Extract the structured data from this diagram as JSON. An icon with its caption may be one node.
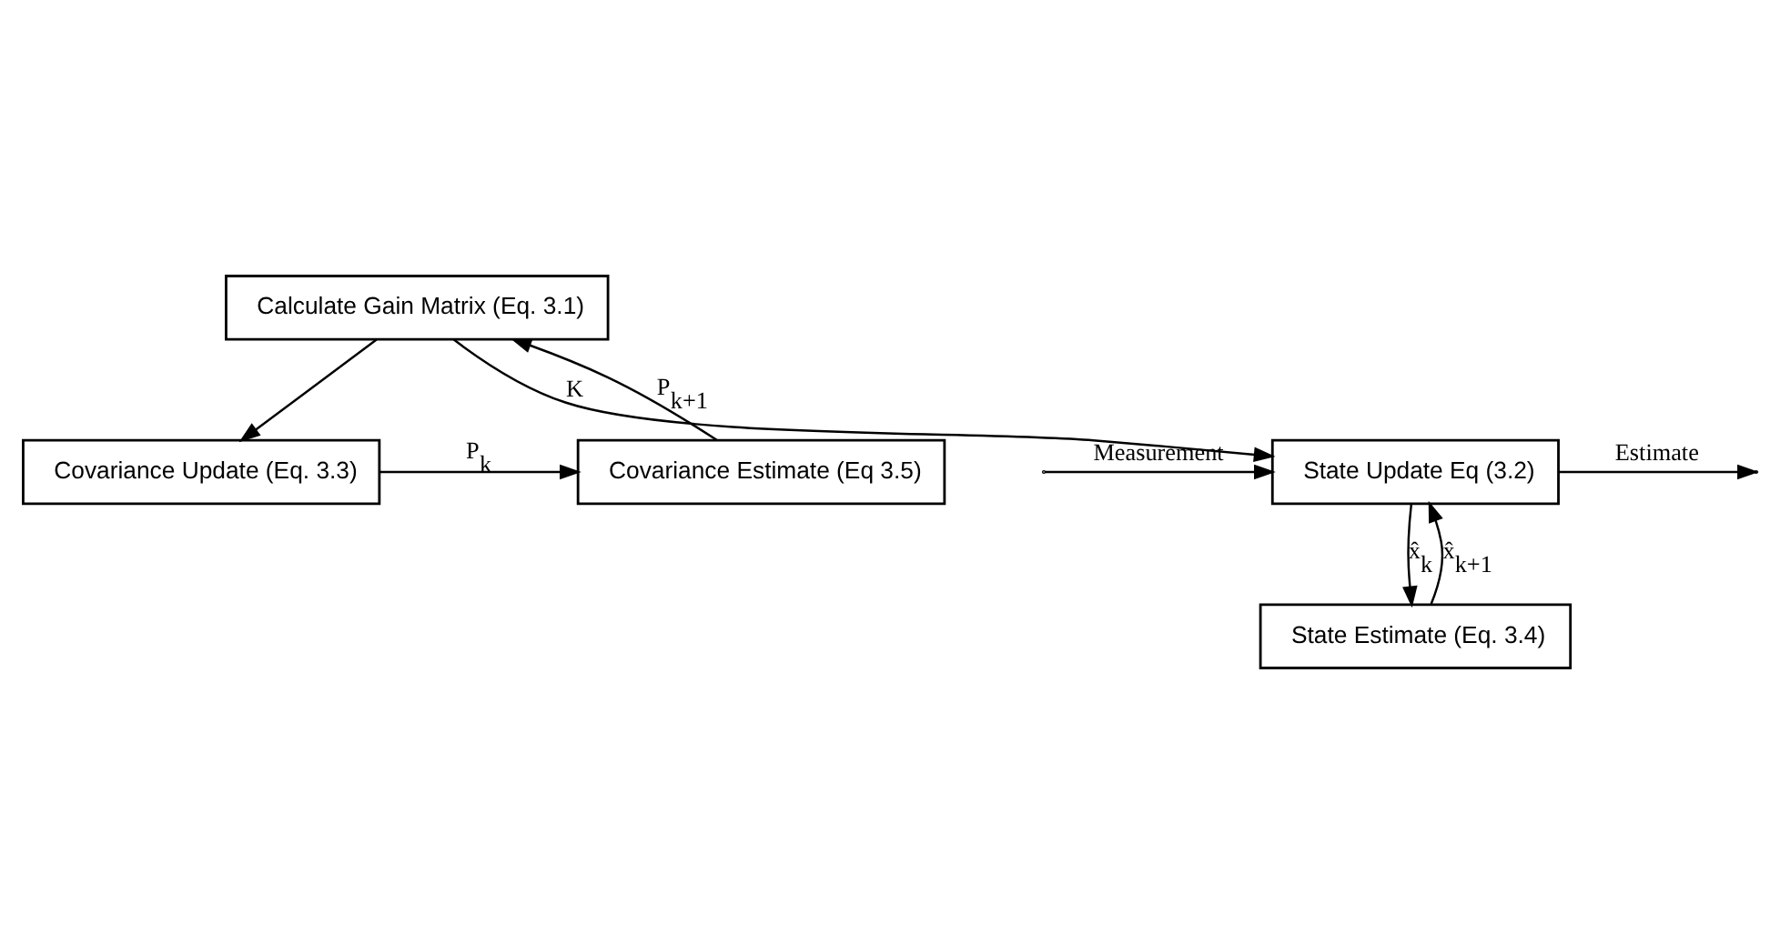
{
  "diagram": {
    "nodes": [
      {
        "text": [
          "Calculate Gain Matrix (Eq. 3.1)"
        ]
      },
      {
        "text": [
          "Covariance Update (Eq. 3.3)"
        ]
      },
      {
        "text": [
          "Covariance Estimate (Eq 3.5)"
        ]
      },
      {
        "text": [
          "State Update Eq (3.2)"
        ]
      },
      {
        "text": [
          "State Estimate (Eq. 3.4)"
        ]
      }
    ],
    "edges": [
      {
        "from": 0,
        "to": 3,
        "arrow": "to",
        "label": "K"
      },
      {
        "from": 0,
        "to": 1,
        "arrow": "to"
      },
      {
        "from": 1,
        "to": 2,
        "arrow": "to",
        "label": "P$_{k}$"
      },
      {
        "from": 2,
        "to": 0,
        "arrow": "to",
        "label": "P$_{k+1}$"
      },
      {
        "from": null,
        "to": 3,
        "arrow": "to",
        "label": "Measurement"
      },
      {
        "from": 3,
        "to": 4,
        "arrow": "to",
        "label": "x̂$_{k}$"
      },
      {
        "from": 3,
        "to": null,
        "arrow": "to",
        "label": "Estimate"
      },
      {
        "from": 4,
        "to": 3,
        "arrow": "to",
        "label": "x̂$_{k+1}$"
      }
    ]
  }
}
